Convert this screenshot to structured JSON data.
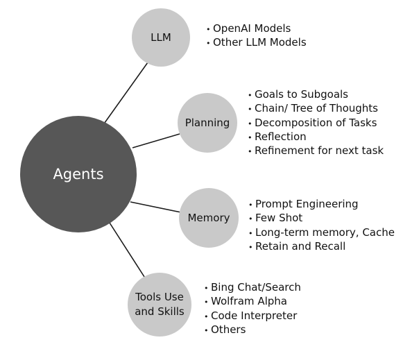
{
  "center": {
    "label": "Agents"
  },
  "nodes": [
    {
      "label": "LLM",
      "items": [
        "OpenAI Models",
        "Other LLM Models"
      ]
    },
    {
      "label": "Planning",
      "items": [
        "Goals to Subgoals",
        "Chain/ Tree of Thoughts",
        "Decomposition of Tasks",
        "Reflection",
        "Refinement for next task"
      ]
    },
    {
      "label": "Memory",
      "items": [
        "Prompt Engineering",
        "Few Shot",
        "Long-term memory, Cache",
        "Retain and Recall"
      ]
    },
    {
      "label": "Tools Use\nand Skills",
      "items": [
        "Bing Chat/Search",
        "Wolfram Alpha",
        "Code Interpreter",
        "Others"
      ]
    }
  ],
  "colors": {
    "center_fill": "#575757",
    "node_fill": "#c9c9c9",
    "connector": "#1a1a1a",
    "text": "#111111"
  }
}
